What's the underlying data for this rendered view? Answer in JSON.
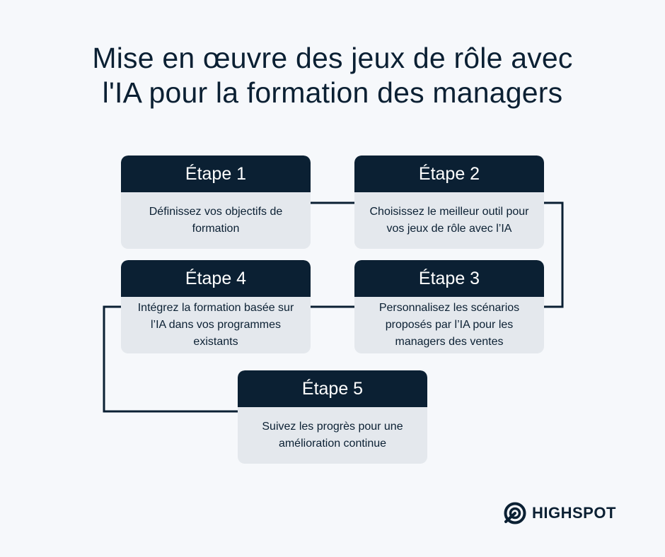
{
  "title": {
    "line1": "Mise en œuvre des jeux de rôle avec",
    "line2": "l'IA pour la formation des managers"
  },
  "steps": [
    {
      "label": "Étape 1",
      "text": "Définissez vos objectifs de formation"
    },
    {
      "label": "Étape 2",
      "text": "Choisissez le meilleur outil pour vos jeux de rôle avec l’IA"
    },
    {
      "label": "Étape 3",
      "text": "Personnalisez les scénarios proposés par l’IA pour les managers des ventes"
    },
    {
      "label": "Étape 4",
      "text": "Intégrez la formation basée sur l’IA dans vos programmes existants"
    },
    {
      "label": "Étape 5",
      "text": "Suivez les progrès pour une amélioration continue"
    }
  ],
  "brand": {
    "name": "HIGHSPOT",
    "icon": "highspot-logo-icon"
  },
  "colors": {
    "background": "#f6f8fb",
    "header": "#0b2033",
    "card_body": "#e4e8ed",
    "text": "#0b2033",
    "header_text": "#ffffff"
  }
}
